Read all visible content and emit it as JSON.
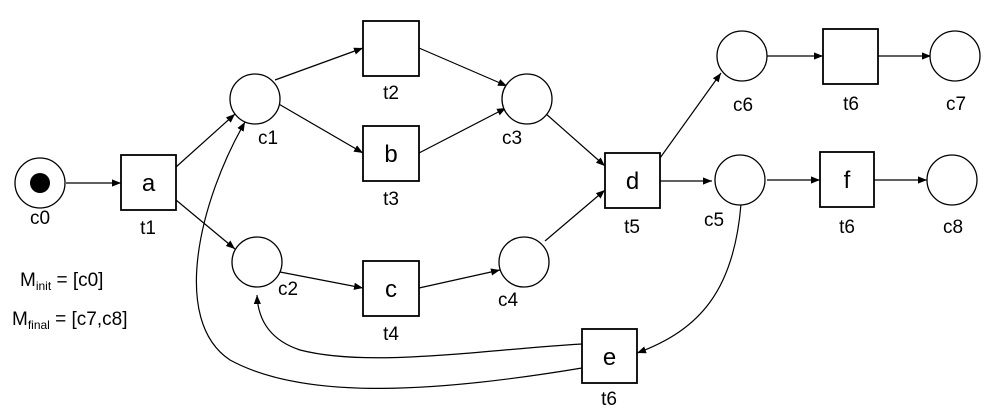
{
  "places": [
    {
      "id": "c0",
      "label": "c0"
    },
    {
      "id": "c1",
      "label": "c1"
    },
    {
      "id": "c2",
      "label": "c2"
    },
    {
      "id": "c3",
      "label": "c3"
    },
    {
      "id": "c4",
      "label": "c4"
    },
    {
      "id": "c5",
      "label": "c5"
    },
    {
      "id": "c6",
      "label": "c6"
    },
    {
      "id": "c7",
      "label": "c7"
    },
    {
      "id": "c8",
      "label": "c8"
    }
  ],
  "transitions": [
    {
      "id": "t1",
      "label": "a",
      "name": "t1"
    },
    {
      "id": "t2",
      "label": "",
      "name": "t2"
    },
    {
      "id": "t3",
      "label": "b",
      "name": "t3"
    },
    {
      "id": "t4",
      "label": "c",
      "name": "t4"
    },
    {
      "id": "t5",
      "label": "d",
      "name": "t5"
    },
    {
      "id": "t6a",
      "label": "",
      "name": "t6"
    },
    {
      "id": "t6b",
      "label": "f",
      "name": "t6"
    },
    {
      "id": "t6c",
      "label": "e",
      "name": "t6"
    }
  ],
  "arcs": [
    [
      "c0",
      "t1"
    ],
    [
      "t1",
      "c1"
    ],
    [
      "t1",
      "c2"
    ],
    [
      "c1",
      "t2"
    ],
    [
      "c1",
      "t3"
    ],
    [
      "t2",
      "c3"
    ],
    [
      "t3",
      "c3"
    ],
    [
      "c2",
      "t4"
    ],
    [
      "t4",
      "c4"
    ],
    [
      "c3",
      "t5"
    ],
    [
      "c4",
      "t5"
    ],
    [
      "t5",
      "c6"
    ],
    [
      "t5",
      "c5"
    ],
    [
      "c6",
      "t6a"
    ],
    [
      "t6a",
      "c7"
    ],
    [
      "c5",
      "t6b"
    ],
    [
      "t6b",
      "c8"
    ],
    [
      "c5",
      "t6c"
    ],
    [
      "t6c",
      "c2"
    ],
    [
      "t6c",
      "c1"
    ]
  ],
  "marking": {
    "init_main": "M",
    "init_sub": "init",
    "init_value": " = [c0]",
    "final_main": "M",
    "final_sub": "final",
    "final_value": " = [c7,c8]",
    "tokens": [
      "c0"
    ]
  },
  "colors": {
    "stroke": "#000000",
    "fill": "#ffffff",
    "token": "#000000"
  }
}
